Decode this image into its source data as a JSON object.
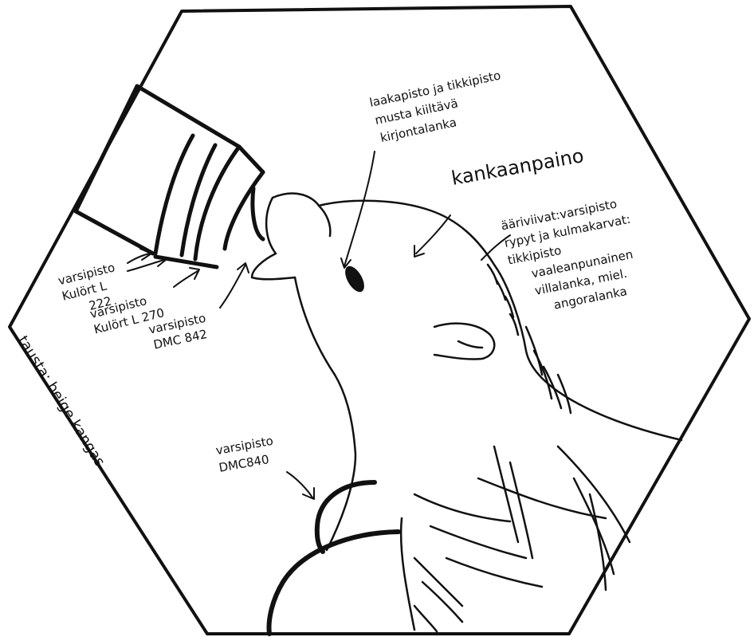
{
  "colors": {
    "ink": "#111111",
    "paper": "#ffffff"
  },
  "annotations": {
    "stitch_eye": [
      "laakapisto ja tikkipisto",
      "musta kiiltävä",
      "kirjontalanka"
    ],
    "fabric_paint": "kankaanpaino",
    "outlines": [
      "ääriviivat:varsipisto",
      "rypyt ja kulmakarvat:",
      "tikkipisto",
      "vaaleanpunainen",
      "villalanka, miel.",
      "angoralanka"
    ],
    "bottle_1": [
      "varsipisto",
      "Kulört L",
      "222"
    ],
    "bottle_2": [
      "varsipisto",
      "Kulört L 270"
    ],
    "bottle_3": [
      "varsipisto",
      "DMC 842"
    ],
    "body": [
      "varsipisto",
      "DMC840"
    ],
    "background": "tausta: beige kangas"
  }
}
